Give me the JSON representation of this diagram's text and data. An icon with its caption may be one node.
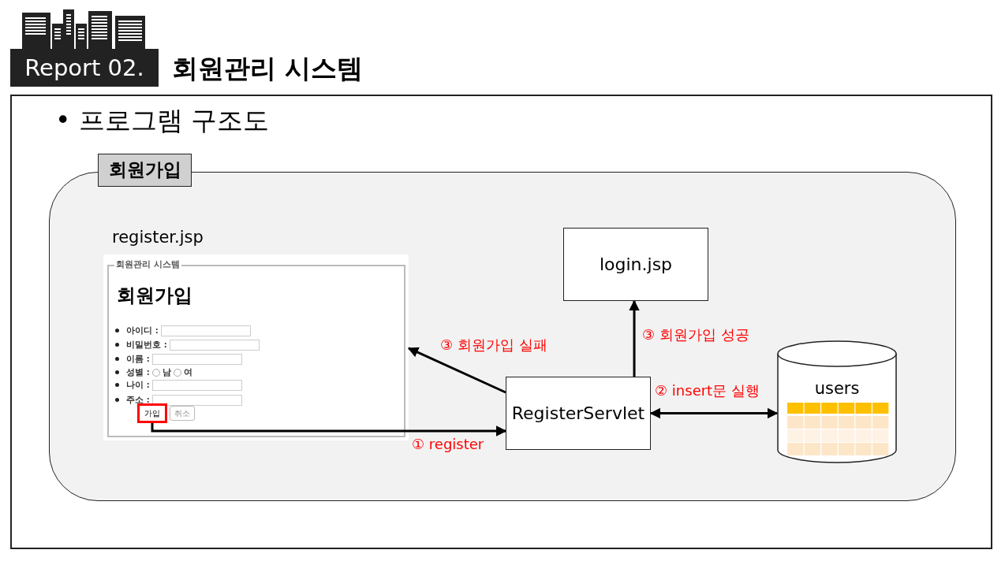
{
  "diagram": {
    "title": "회원관리 시스템",
    "nodes": [
      {
        "text": [
          "회원가입"
        ]
      },
      {
        "text": [
          "회원관리 시스템",
          "회원가입",
          "아이디 :",
          "비밀번호 :",
          "이름 :",
          "성별 :",
          "남",
          "여",
          "나이 :",
          "주소 :"
        ],
        "beside": [
          "register.jsp"
        ],
        "in": 0
      },
      {
        "text": [
          "가입"
        ],
        "in": 1
      },
      {
        "text": [
          "취소"
        ],
        "in": 1
      },
      {
        "text": [
          "login.jsp"
        ],
        "in": 0
      },
      {
        "text": [
          "RegisterServlet"
        ],
        "in": 0
      },
      {
        "text": [
          "users"
        ],
        "in": 0
      }
    ],
    "edges": [
      {
        "from": 2,
        "to": 5,
        "arrow": "to",
        "label": "① register"
      },
      {
        "from": 5,
        "to": 1,
        "arrow": "to",
        "label": "③ 회원가입 실패"
      },
      {
        "from": 5,
        "to": 4,
        "arrow": "to",
        "label": "③ 회원가입 성공"
      },
      {
        "from": 5,
        "to": 6,
        "arrow": "both",
        "label": "② insert문 실행"
      }
    ],
    "labels": [
      "Report 02.",
      "• 프로그램 구조도"
    ]
  }
}
